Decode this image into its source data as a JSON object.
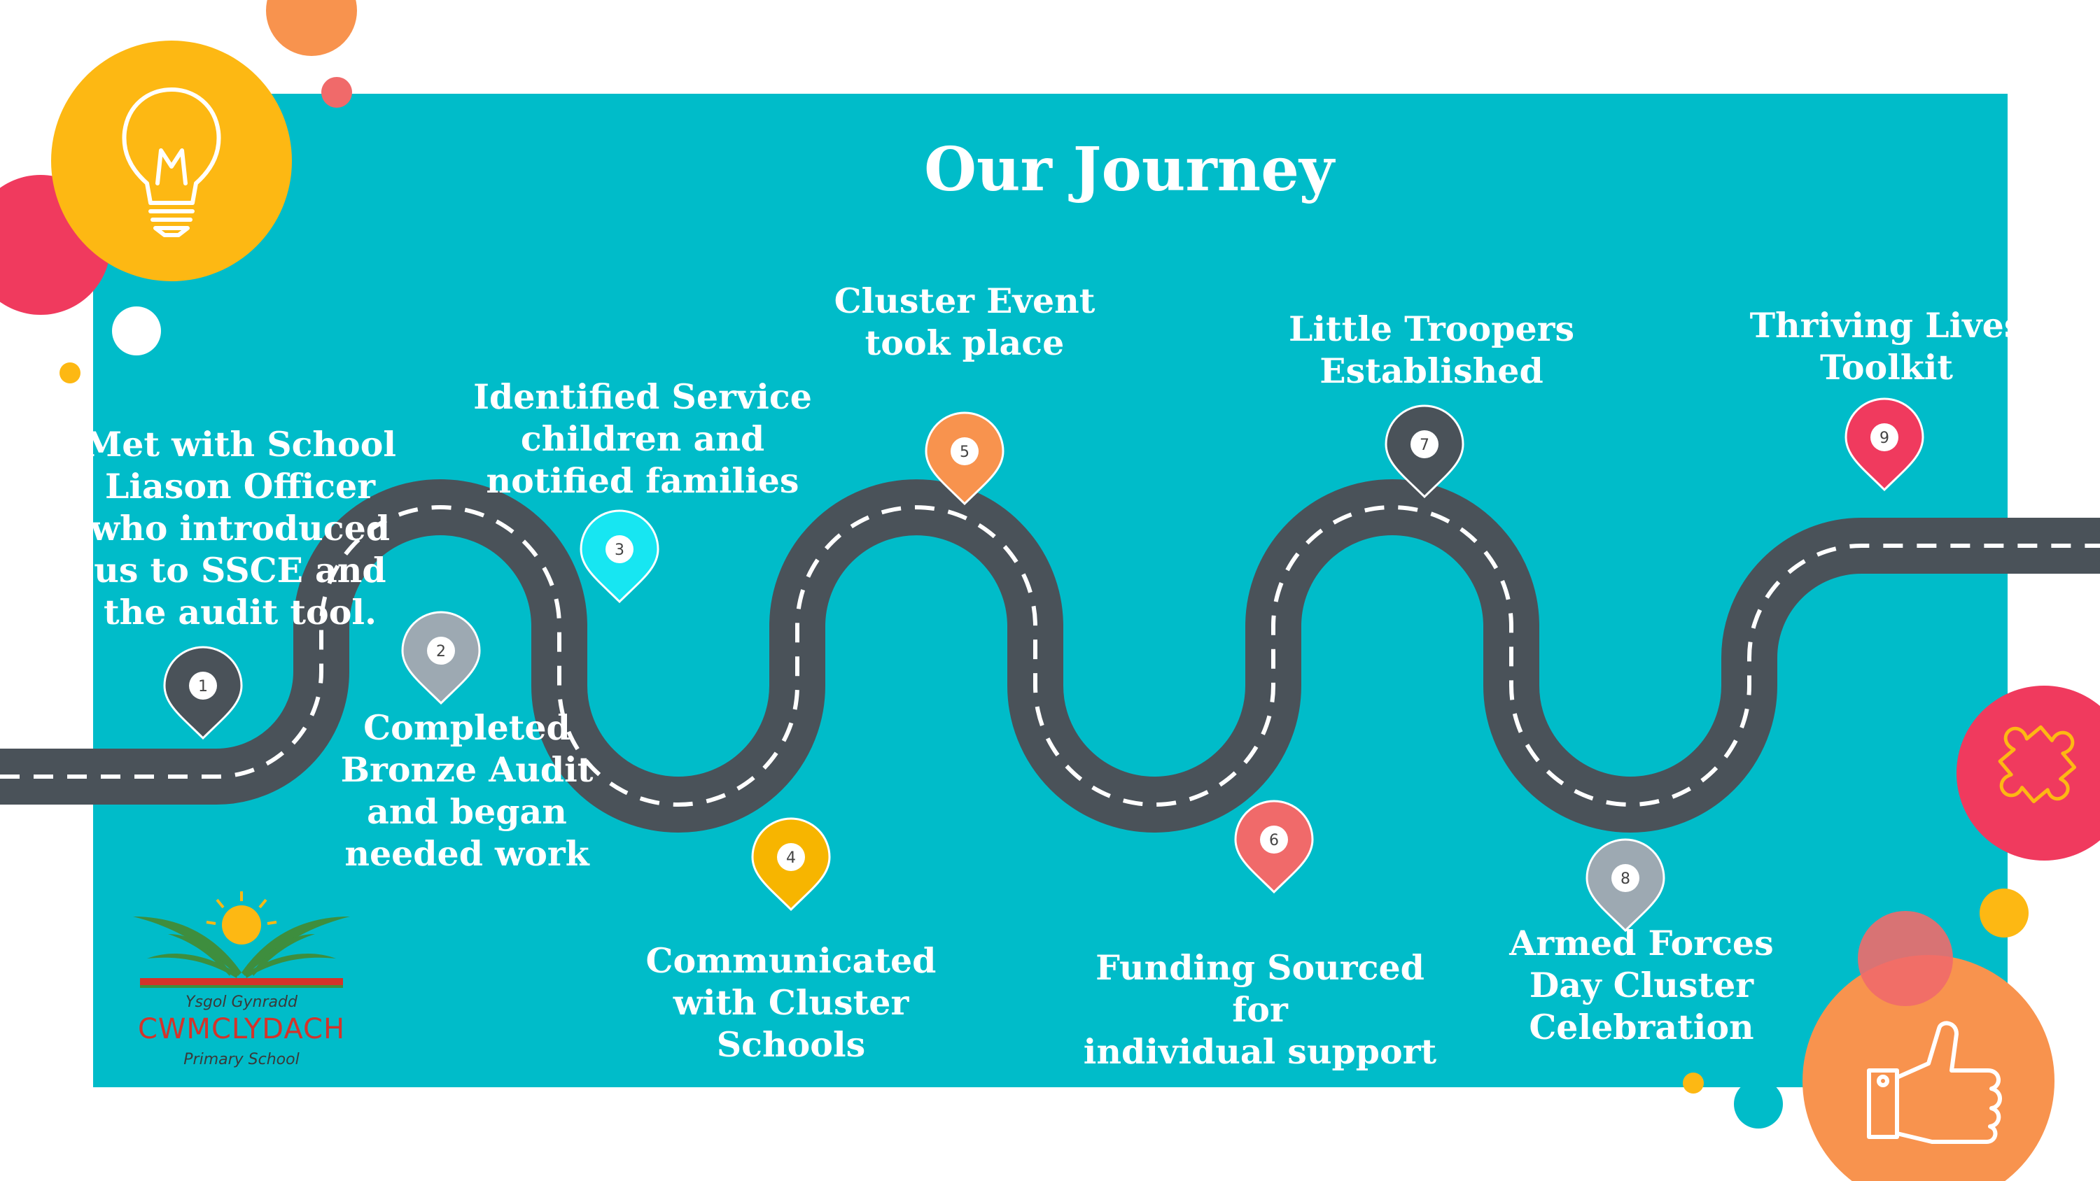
{
  "title": "Our Journey",
  "milestones": [
    {
      "number": "1",
      "label": "Met with School\nLiason Officer\nwho introduced\nus to SSCE and\nthe audit tool.",
      "color": "#4A5259"
    },
    {
      "number": "2",
      "label": "Completed\nBronze Audit\nand began\nneeded work",
      "color": "#9DA9B2"
    },
    {
      "number": "3",
      "label": "Identified Service\nchildren and\nnotified families",
      "color": "#17E6F2"
    },
    {
      "number": "4",
      "label": "Communicated\nwith Cluster\nSchools",
      "color": "#F7B500"
    },
    {
      "number": "5",
      "label": "Cluster Event\ntook place",
      "color": "#F8934E"
    },
    {
      "number": "6",
      "label": "Funding Sourced for\nindividual support",
      "color": "#F06A6A"
    },
    {
      "number": "7",
      "label": "Little Troopers\nEstablished",
      "color": "#4A5259"
    },
    {
      "number": "8",
      "label": "Armed Forces\nDay Cluster\nCelebration",
      "color": "#9DA9B2"
    },
    {
      "number": "9",
      "label": "Thriving Lives\nToolkit",
      "color": "#F03A5E"
    }
  ],
  "icons": [
    "lightbulb-icon",
    "puzzle-icon",
    "thumbs-up-icon"
  ],
  "logo": {
    "line1": "Ysgol Gynradd",
    "line2": "CWMCLYDACH",
    "line3": "Primary School"
  },
  "colors": {
    "panel": "#00BCC9",
    "road": "#4A5259",
    "yellow": "#FDB813",
    "pink": "#F03A5E",
    "orange": "#F8934E"
  }
}
